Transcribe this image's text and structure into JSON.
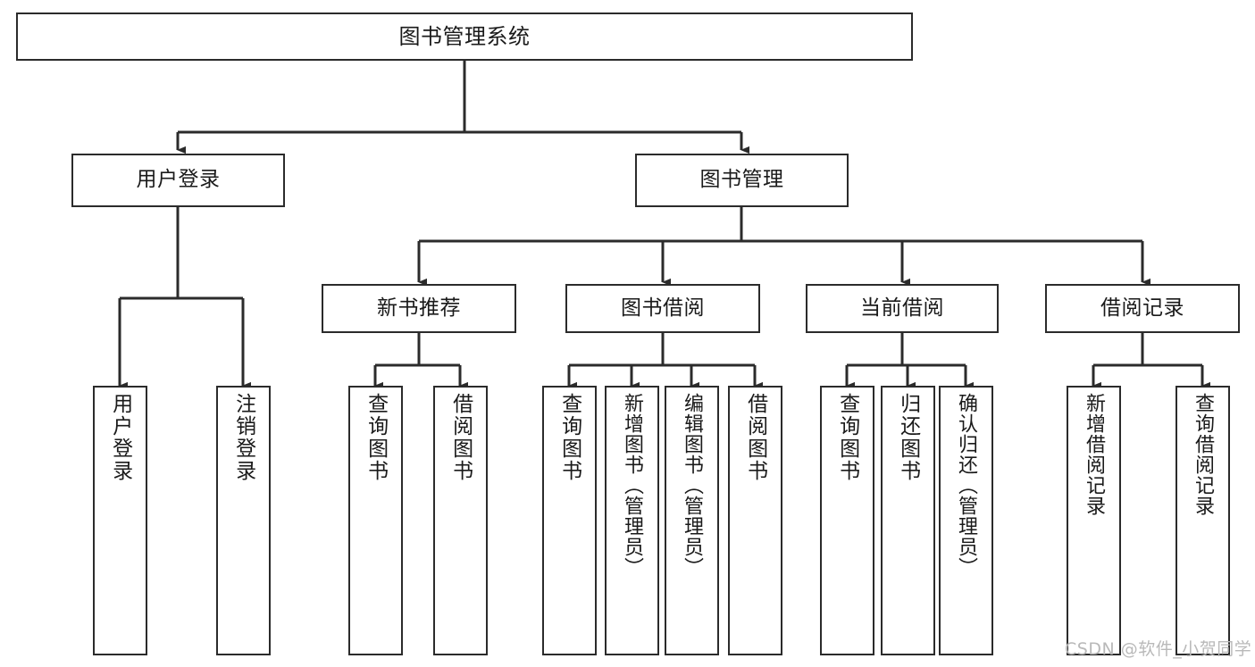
{
  "diagram": {
    "title": "图书管理系统",
    "type": "tree-hierarchy-chart",
    "colors": {
      "box_border": "#2b2b2b",
      "box_fill": "#ffffff",
      "edge": "#2b2b2b",
      "text": "#1a1a1a",
      "watermark": "#b9b9b9",
      "background": "#ffffff"
    },
    "nodes": {
      "root": {
        "label": "图书管理系统"
      },
      "level1": [
        {
          "label": "用户登录"
        },
        {
          "label": "图书管理"
        }
      ],
      "level2": [
        {
          "label": "新书推荐"
        },
        {
          "label": "图书借阅"
        },
        {
          "label": "当前借阅"
        },
        {
          "label": "借阅记录"
        }
      ],
      "leaves": {
        "user_login": [
          {
            "label": "用户登录"
          },
          {
            "label": "注销登录"
          }
        ],
        "new_book_recommend": [
          {
            "label": "查询图书"
          },
          {
            "label": "借阅图书"
          }
        ],
        "book_borrow": [
          {
            "label": "查询图书"
          },
          {
            "label": "新增图书（管理员）"
          },
          {
            "label": "编辑图书（管理员）"
          },
          {
            "label": "借阅图书"
          }
        ],
        "current_borrow": [
          {
            "label": "查询图书"
          },
          {
            "label": "归还图书"
          },
          {
            "label": "确认归还（管理员）"
          }
        ],
        "borrow_record": [
          {
            "label": "新增借阅记录"
          },
          {
            "label": "查询借阅记录"
          }
        ]
      }
    },
    "watermark": "CSDN @软件_小贺同学"
  }
}
